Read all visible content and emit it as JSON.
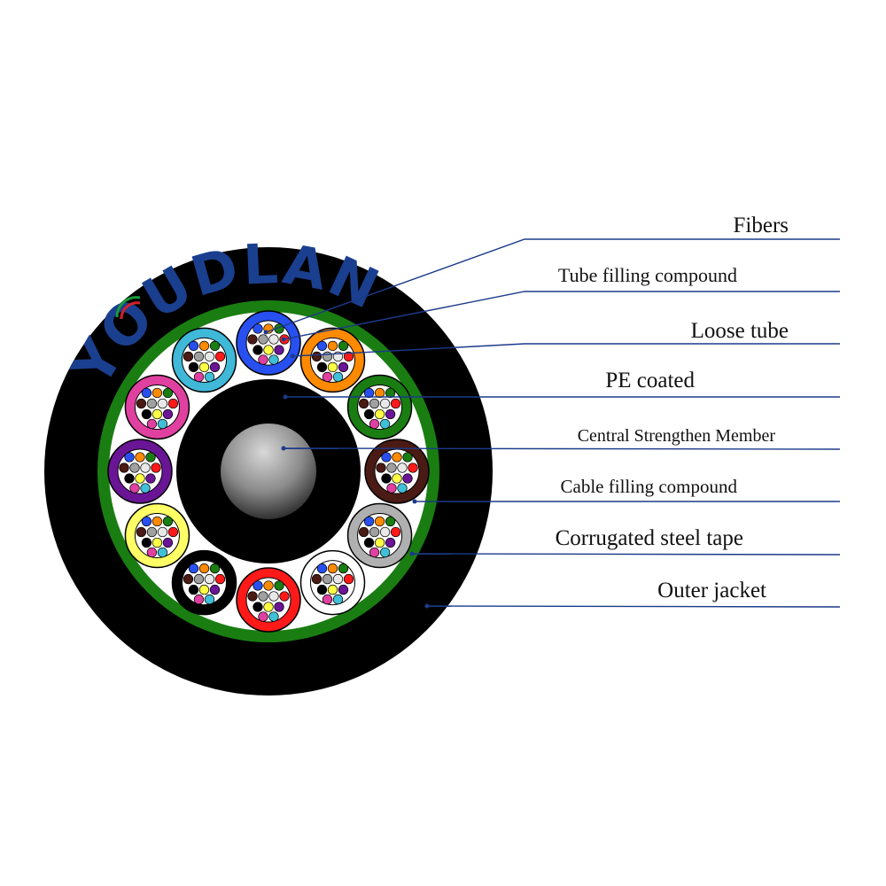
{
  "logo": {
    "text": "YOUDLAN",
    "color": "#1b3f8f",
    "accent": "#d4202a"
  },
  "labels": [
    {
      "id": "fibers",
      "text": "Fibers"
    },
    {
      "id": "tube-filling-compound",
      "text": "Tube filling compound"
    },
    {
      "id": "loose-tube",
      "text": "Loose tube"
    },
    {
      "id": "pe-coated",
      "text": "PE coated"
    },
    {
      "id": "central-strength-member",
      "text": "Central Strengthen Member"
    },
    {
      "id": "cable-filling-compound",
      "text": "Cable filling compound"
    },
    {
      "id": "corrugated-steel-tape",
      "text": "Corrugated steel tape"
    },
    {
      "id": "outer-jacket",
      "text": "Outer jacket"
    }
  ],
  "colors": {
    "jacket": "#000000",
    "steel_tape": "#1a7d12",
    "filling": "#ffffff",
    "leader_line": "#1b3a8a",
    "tubes": [
      "#2850f0",
      "#ff8a00",
      "#1a7d12",
      "#4a1a14",
      "#b0b0b0",
      "#ffffff",
      "#ff1a1a",
      "#000000",
      "#ffff66",
      "#6a1596",
      "#e040a0",
      "#40b8d8"
    ],
    "fibers": [
      "#2850f0",
      "#ff8a00",
      "#1a7d12",
      "#4a1a14",
      "#a0a0a0",
      "#e8e8e8",
      "#ff1a1a",
      "#000000",
      "#ffff44",
      "#6a1596",
      "#e040a0",
      "#40c0d8"
    ]
  }
}
